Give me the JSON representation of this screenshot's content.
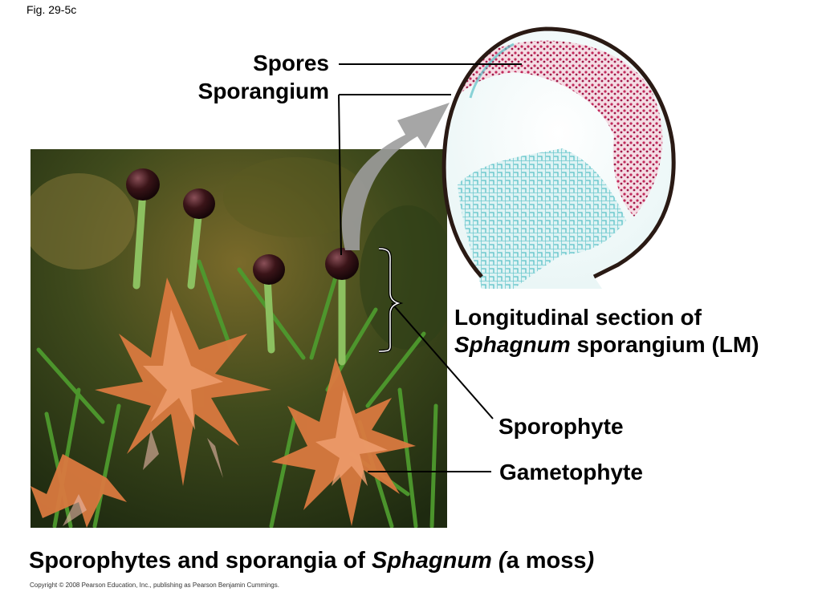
{
  "figure_id": "Fig. 29-5c",
  "labels": {
    "spores": "Spores",
    "sporangium": "Sporangium",
    "section_line1": "Longitudinal section of",
    "section_genus": "Sphagnum",
    "section_rest": " sporangium (LM)",
    "sporophyte": "Sporophyte",
    "gametophyte": "Gametophyte"
  },
  "caption": {
    "prefix": "Sporophytes and sporangia of ",
    "genus": "Sphagnum",
    "open": " (",
    "middle": "a moss",
    "close": ")"
  },
  "copyright": "Copyright © 2008 Pearson Education, Inc., publishing as Pearson Benjamin Cummings.",
  "colors": {
    "moss_orange": "#d9793f",
    "moss_green": "#4e9a2e",
    "capsule": "#3a1418",
    "spore_red": "#c0285a",
    "tissue_cyan": "#5bc2c8",
    "arrow_gray": "#9c9c9c"
  }
}
